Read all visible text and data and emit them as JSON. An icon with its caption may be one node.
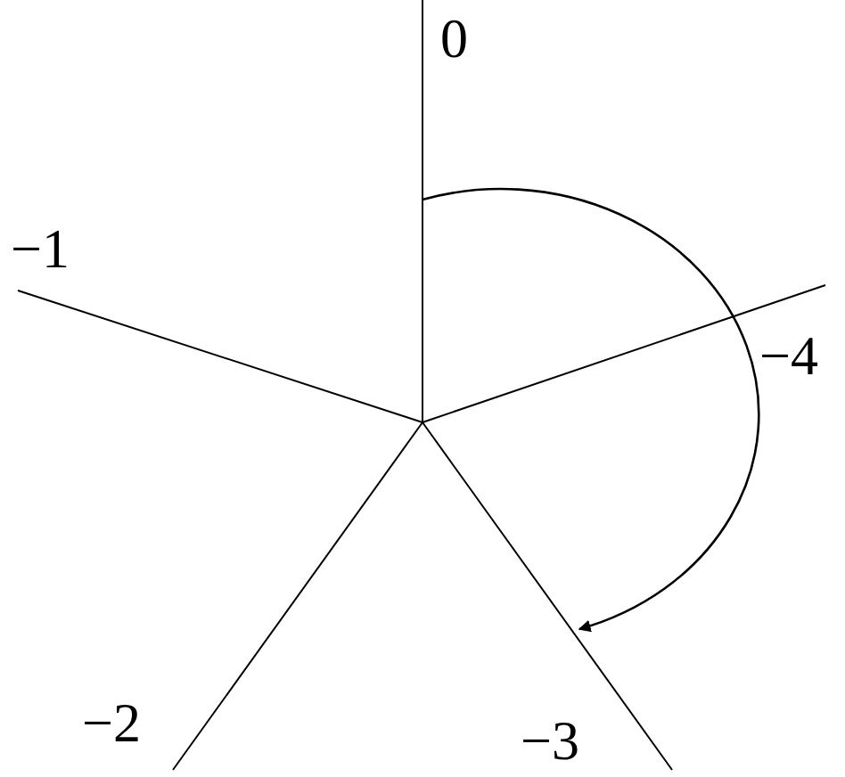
{
  "diagram": {
    "labels": [
      "0",
      "−1",
      "−4",
      "−2",
      "−3"
    ]
  }
}
